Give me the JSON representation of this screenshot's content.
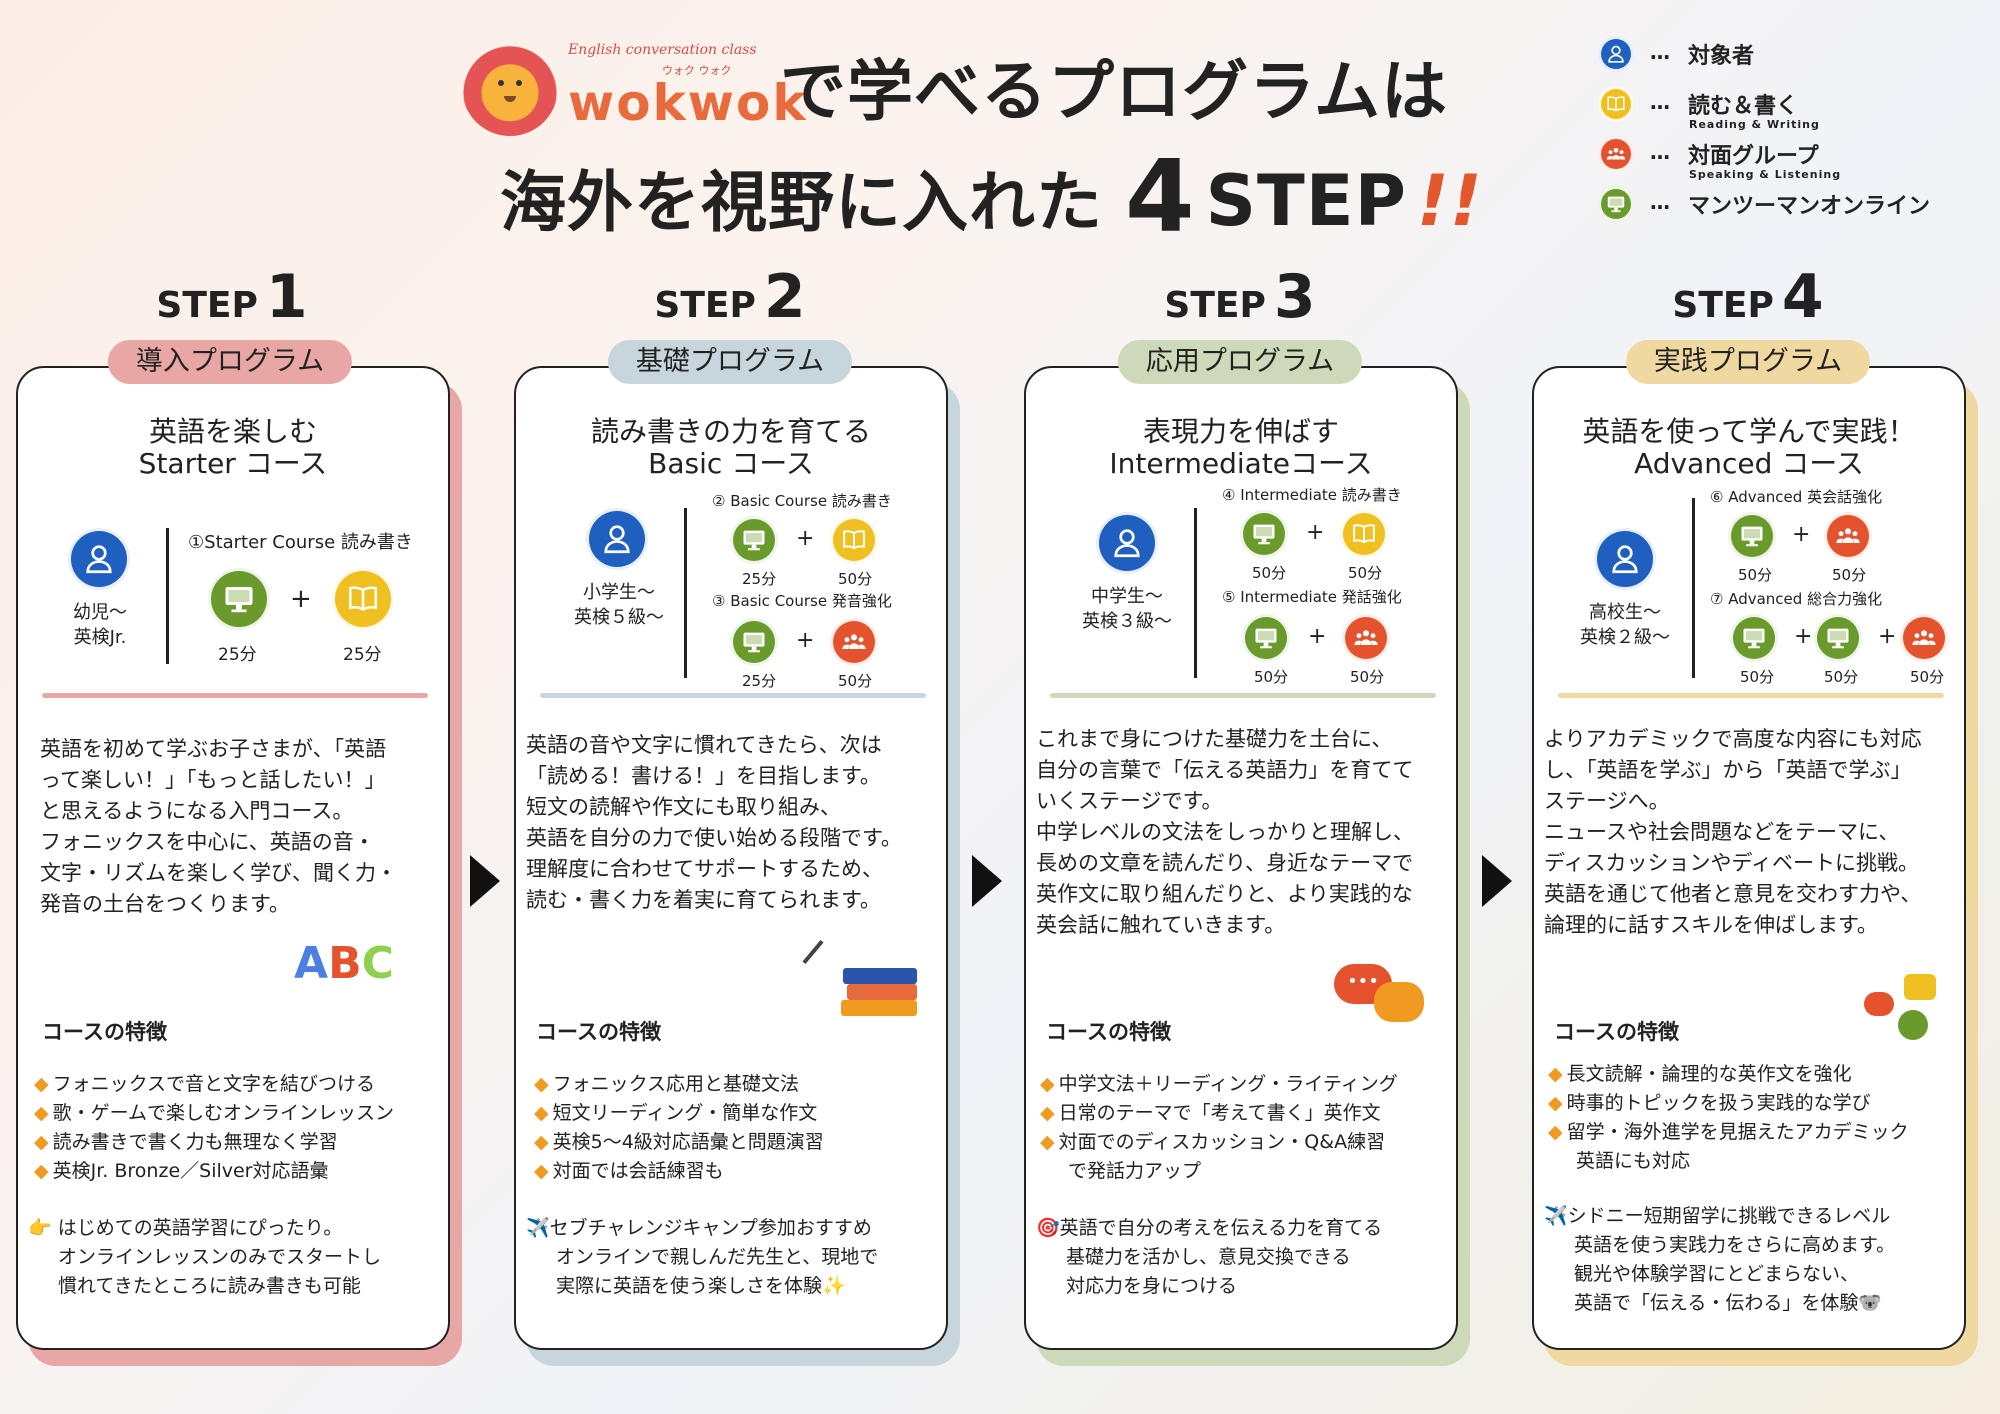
{
  "header": {
    "logo_small": "English conversation class",
    "logo_ruby": "ウォク ウォク",
    "logo_main": "wokwok",
    "title_line1": "で学べるプログラムは",
    "title_line2_text": "海外を視野に入れた",
    "title_line2_num": "4",
    "title_line2_step": "STEP",
    "title_line2_bang": "!!"
  },
  "legend": [
    {
      "icon": "person-icon",
      "color": "#1f5fbf",
      "dots": "…",
      "label": "対象者",
      "sub": ""
    },
    {
      "icon": "book-icon",
      "color": "#f0c020",
      "dots": "…",
      "label": "読む＆書く",
      "sub": "Reading & Writing"
    },
    {
      "icon": "group-icon",
      "color": "#e5522e",
      "dots": "…",
      "label": "対面グループ",
      "sub": "Speaking & Listening"
    },
    {
      "icon": "monitor-icon",
      "color": "#6a9a2c",
      "dots": "…",
      "label": "マンツーマンオンライン",
      "sub": ""
    }
  ],
  "steps": [
    {
      "word": "STEP",
      "num": "1",
      "pill": "導入プログラム",
      "title1": "英語を楽しむ",
      "title2": "Starter コース",
      "target1": "幼児〜",
      "target2": "英検Jr.",
      "rows": [
        {
          "label": "①Starter Course 読み書き",
          "mins": [
            "25分",
            "25分"
          ]
        }
      ],
      "desc": [
        "英語を初めて学ぶお子さまが、「英語",
        "って楽しい！」「もっと話したい！」",
        "と思えるようになる入門コース。",
        "フォニックスを中心に、英語の音・",
        "文字・リズムを楽しく学び、聞く力・",
        "発音の土台をつくります。"
      ],
      "feat_h": "コースの特徴",
      "feat": [
        "フォニックスで音と文字を結びつける",
        "歌・ゲームで楽しむオンラインレッスン",
        "読み書きで書く力も無理なく学習",
        "英検Jr. Bronze／Silver対応語彙"
      ],
      "note": [
        "👉 はじめての英語学習にぴったり。",
        "オンラインレッスンのみでスタートし",
        "慣れてきたところに読み書きも可能"
      ],
      "deco": "A B C"
    },
    {
      "word": "STEP",
      "num": "2",
      "pill": "基礎プログラム",
      "title1": "読み書きの力を育てる",
      "title2": "Basic コース",
      "target1": "小学生〜",
      "target2": "英検５級〜",
      "rows": [
        {
          "label": "② Basic Course 読み書き",
          "mins": [
            "25分",
            "50分"
          ]
        },
        {
          "label": "③ Basic Course 発音強化",
          "mins": [
            "25分",
            "50分"
          ]
        }
      ],
      "desc": [
        "英語の音や文字に慣れてきたら、次は",
        "「読める！書ける！」を目指します。",
        "短文の読解や作文にも取り組み、",
        "英語を自分の力で使い始める段階です。",
        "理解度に合わせてサポートするため、",
        "読む・書く力を着実に育てられます。"
      ],
      "feat_h": "コースの特徴",
      "feat": [
        "フォニックス応用と基礎文法",
        "短文リーディング・簡単な作文",
        "英検5〜4級対応語彙と問題演習",
        "対面では会話練習も"
      ],
      "note": [
        "✈️セブチャレンジキャンプ参加おすすめ",
        "オンラインで親しんだ先生と、現地で",
        "実際に英語を使う楽しさを体験✨"
      ]
    },
    {
      "word": "STEP",
      "num": "3",
      "pill": "応用プログラム",
      "title1": "表現力を伸ばす",
      "title2": "Intermediateコース",
      "target1": "中学生〜",
      "target2": "英検３級〜",
      "rows": [
        {
          "label": "④ Intermediate 読み書き",
          "mins": [
            "50分",
            "50分"
          ]
        },
        {
          "label": "⑤ Intermediate 発話強化",
          "mins": [
            "50分",
            "50分"
          ]
        }
      ],
      "desc": [
        "これまで身につけた基礎力を土台に、",
        "自分の言葉で「伝える英語力」を育てて",
        "いくステージです。",
        "中学レベルの文法をしっかりと理解し、",
        "長めの文章を読んだり、身近なテーマで",
        "英作文に取り組んだりと、より実践的な",
        "英会話に触れていきます。"
      ],
      "feat_h": "コースの特徴",
      "feat": [
        "中学文法＋リーディング・ライティング",
        "日常のテーマで「考えて書く」英作文",
        "対面でのディスカッション・Q&A練習",
        "で発話力アップ"
      ],
      "note": [
        "🎯英語で自分の考えを伝える力を育てる",
        "基礎力を活かし、意見交換できる",
        "対応力を身につける"
      ]
    },
    {
      "word": "STEP",
      "num": "4",
      "pill": "実践プログラム",
      "title1": "英語を使って学んで実践！",
      "title2": "Advanced コース",
      "target1": "高校生〜",
      "target2": "英検２級〜",
      "rows": [
        {
          "label": "⑥ Advanced 英会話強化",
          "mins": [
            "50分",
            "50分"
          ]
        },
        {
          "label": "⑦ Advanced 総合力強化",
          "mins": [
            "50分",
            "50分",
            "50分"
          ]
        }
      ],
      "desc": [
        "よりアカデミックで高度な内容にも対応",
        "し、「英語を学ぶ」から「英語で学ぶ」",
        "ステージへ。",
        "ニュースや社会問題などをテーマに、",
        "ディスカッションやディベートに挑戦。",
        "英語を通じて他者と意見を交わす力や、",
        "論理的に話すスキルを伸ばします。"
      ],
      "feat_h": "コースの特徴",
      "feat": [
        "長文読解・論理的な英作文を強化",
        "時事的トピックを扱う実践的な学び",
        "留学・海外進学を見据えたアカデミック",
        "英語にも対応"
      ],
      "note": [
        "✈️シドニー短期留学に挑戦できるレベル",
        "英語を使う実践力をさらに高めます。",
        "観光や体験学習にとどまらない、",
        "英語で「伝える・伝わる」を体験🐨"
      ]
    }
  ],
  "colors": {
    "step1": "#e8a6a4",
    "step2": "#c7d6dd",
    "step3": "#cdd9b8",
    "step4": "#f0d9a0",
    "accent": "#f19a22"
  }
}
